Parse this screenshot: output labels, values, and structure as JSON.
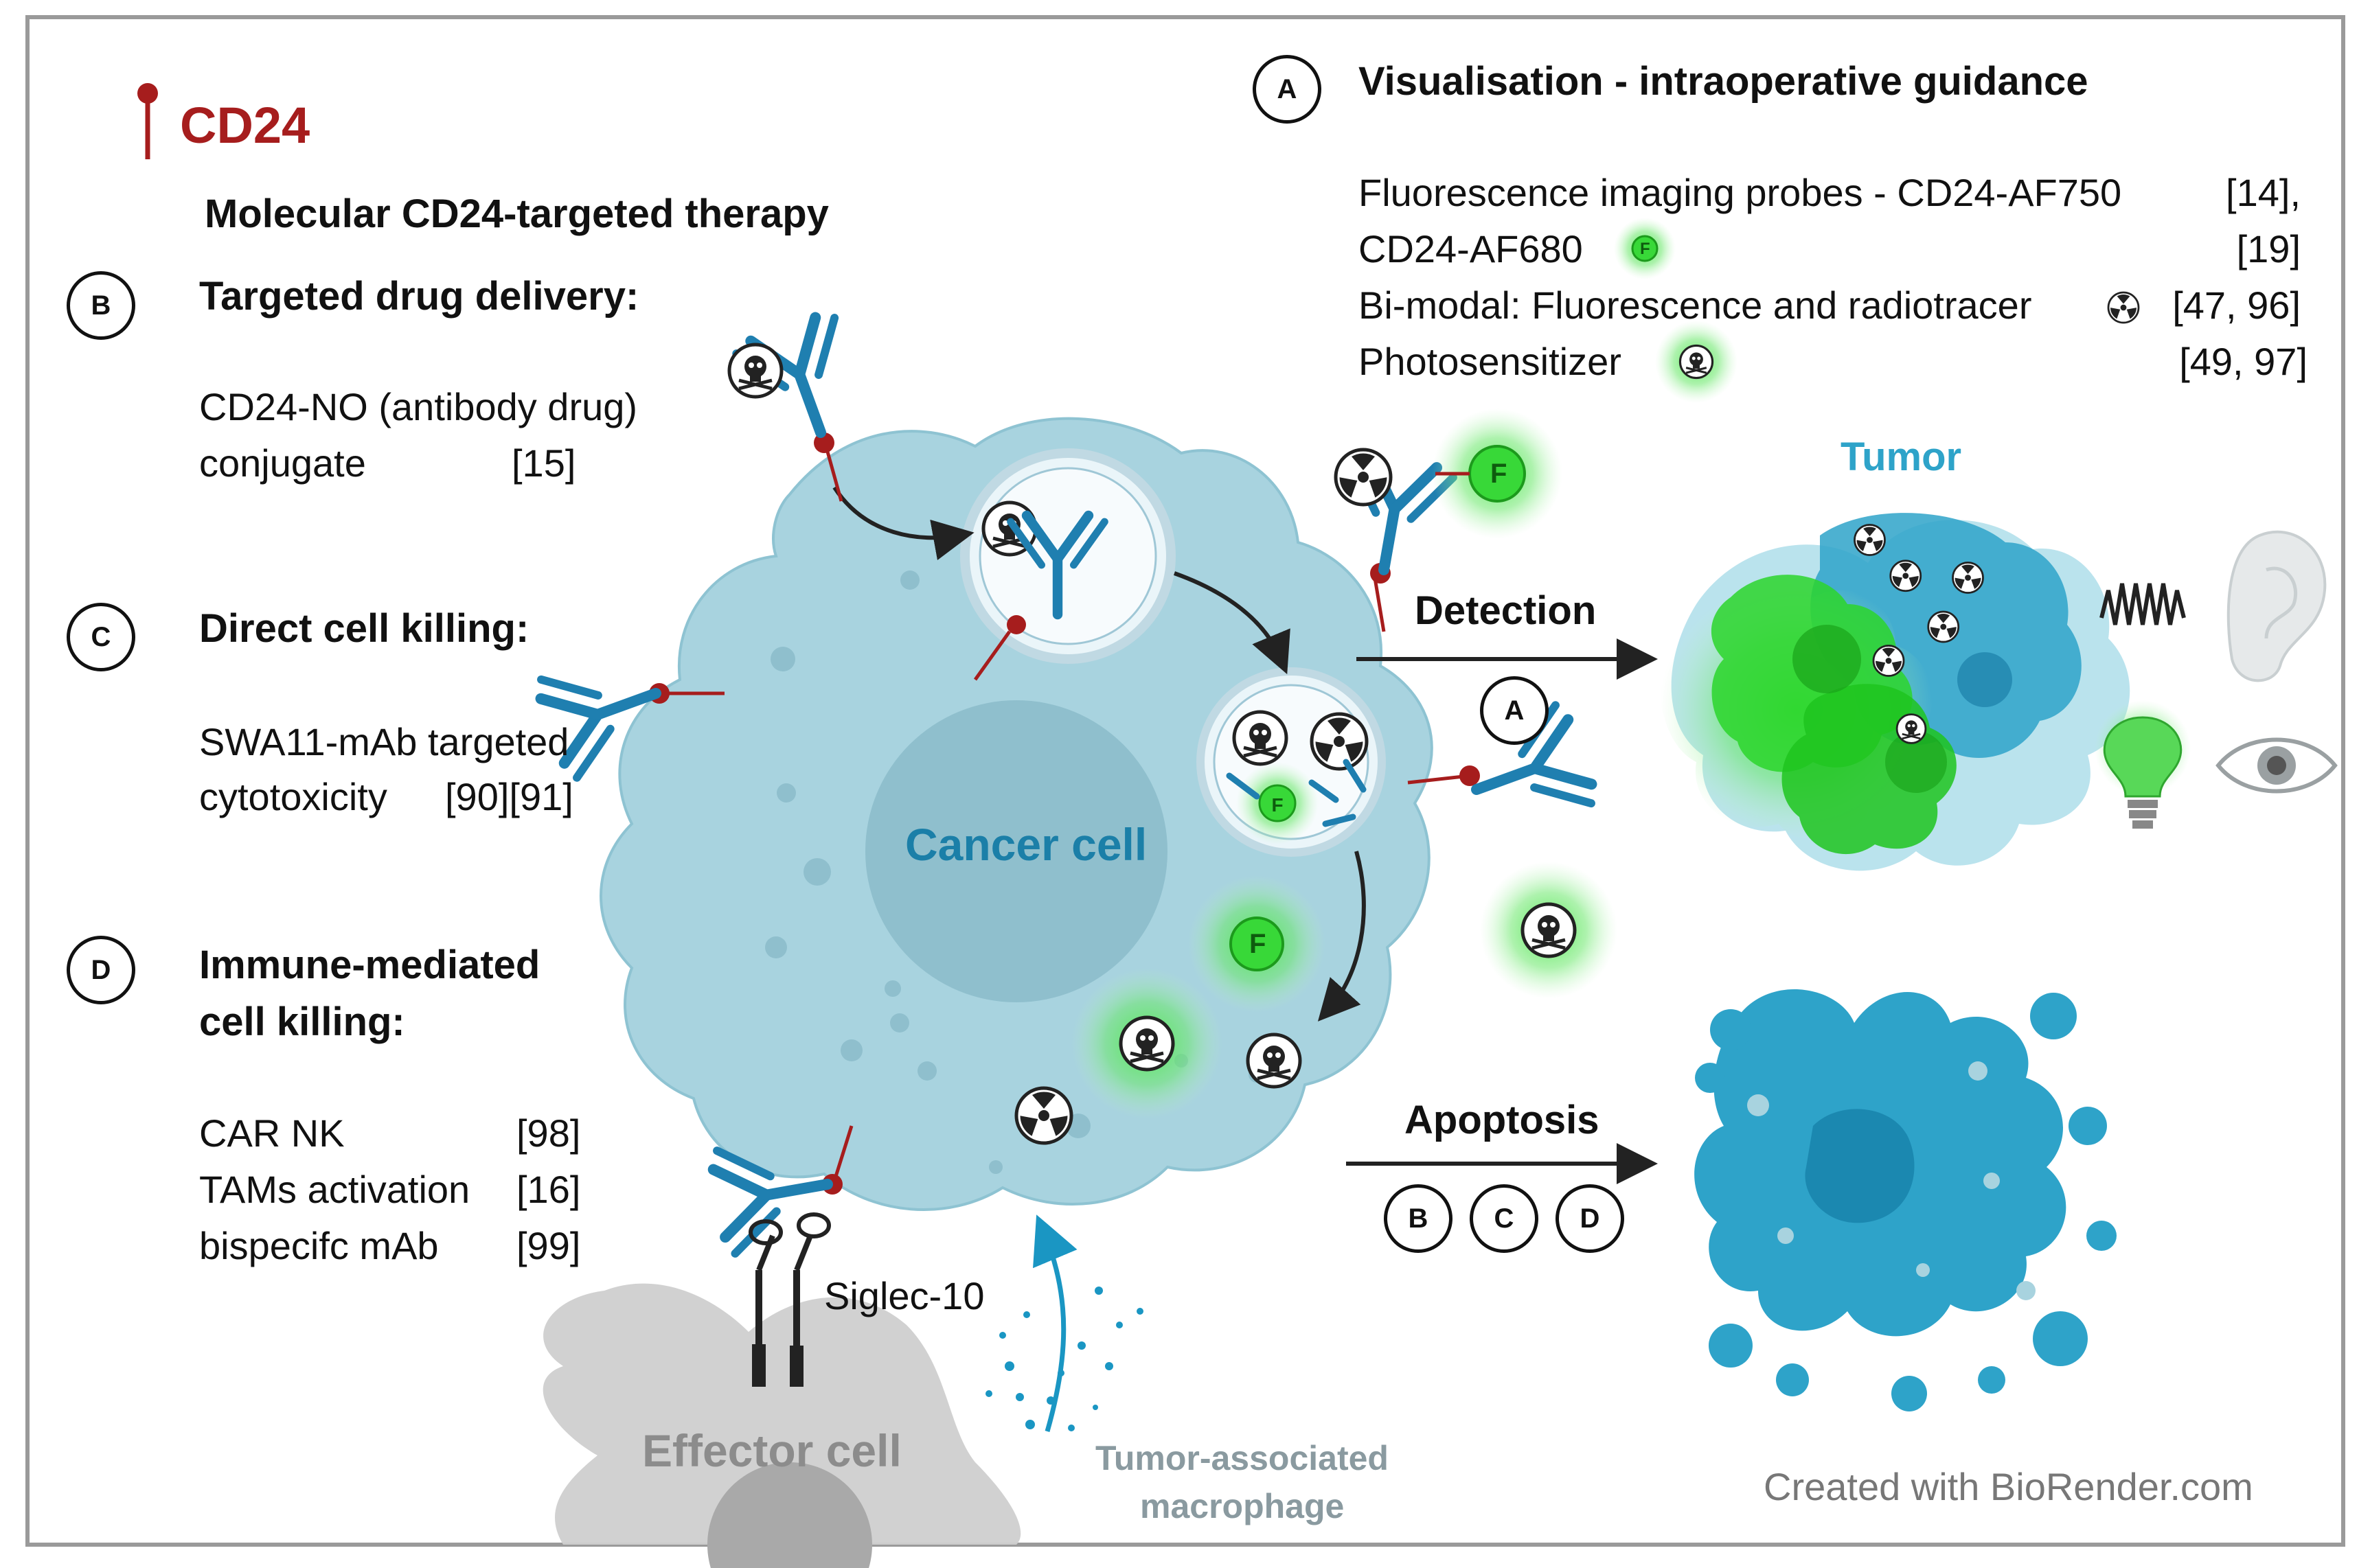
{
  "cd24_label": "CD24",
  "therapy_title": "Molecular CD24-targeted therapy",
  "sections": {
    "A": {
      "badge": "A",
      "title": "Visualisation - intraoperative guidance"
    },
    "B": {
      "badge": "B",
      "title": "Targeted drug delivery:",
      "line1": "CD24-NO (antibody drug)",
      "line2": "conjugate",
      "ref": "[15]"
    },
    "C": {
      "badge": "C",
      "title": "Direct cell killing:",
      "line1": "SWA11-mAb targeted",
      "line2": "cytotoxicity",
      "ref": "[90][91]"
    },
    "D": {
      "badge": "D",
      "title_line1": "Immune-mediated",
      "title_line2": "cell killing:",
      "items": [
        {
          "label": "CAR NK",
          "ref": "[98]"
        },
        {
          "label": "TAMs activation",
          "ref": "[16]"
        },
        {
          "label": "bispecifc mAb",
          "ref": "[99]"
        }
      ]
    }
  },
  "imaging": {
    "line1": "Fluorescence imaging probes - CD24-AF750",
    "line1_ref": "[14],",
    "line2": "CD24-AF680",
    "line2_ref": "[19]",
    "line3": "Bi-modal: Fluorescence and radiotracer",
    "line3_ref": "[47, 96]",
    "line4": "Photosensitizer",
    "line4_ref": "[49, 97]"
  },
  "labels": {
    "cancer_cell": "Cancer cell",
    "tumor": "Tumor",
    "detection": "Detection",
    "apoptosis": "Apoptosis",
    "siglec": "Siglec-10",
    "effector": "Effector cell",
    "tam_line1": "Tumor-associated",
    "tam_line2": "macrophage",
    "credit": "Created with BioRender.com",
    "fluor_mark": "F"
  },
  "colors": {
    "cell_fill": "#a8d3df",
    "nucleus": "#8fbfcd",
    "antibody": "#1f7fb0",
    "cd24_red": "#a61d1d",
    "fluor_green": "#38d838",
    "tumor_blue": "#2ea3c9",
    "frame": "#9a9a9a"
  }
}
